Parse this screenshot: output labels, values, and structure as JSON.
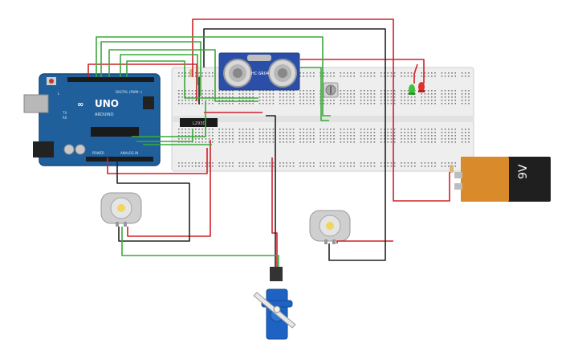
{
  "arduino": {
    "logo_text": "UNO",
    "brand_text": "ARDUINO",
    "digital_label": "DIGITAL (PWM~)",
    "power_label": "POWER",
    "analog_label": "ANALOG IN",
    "led_labels": [
      "L",
      "TX",
      "RX"
    ]
  },
  "sensor": {
    "label": "HC-SR04"
  },
  "driver_chip": {
    "label": "L293D"
  },
  "battery": {
    "label": "9V"
  },
  "colors": {
    "wire_red": "#d0202a",
    "wire_black": "#222222",
    "wire_green": "#3aa83a",
    "board": "#1f5f9c",
    "sensor_blue": "#2b4fa8",
    "battery_orange": "#d98a2b",
    "servo_blue": "#1e63c4",
    "breadboard": "#eeeeee"
  },
  "icons": [
    "arduino-board",
    "ultrasonic-sensor-icon",
    "dc-motor-icon",
    "servo-icon",
    "battery-icon",
    "led-icon",
    "resistor-icon",
    "potentiometer-icon"
  ]
}
